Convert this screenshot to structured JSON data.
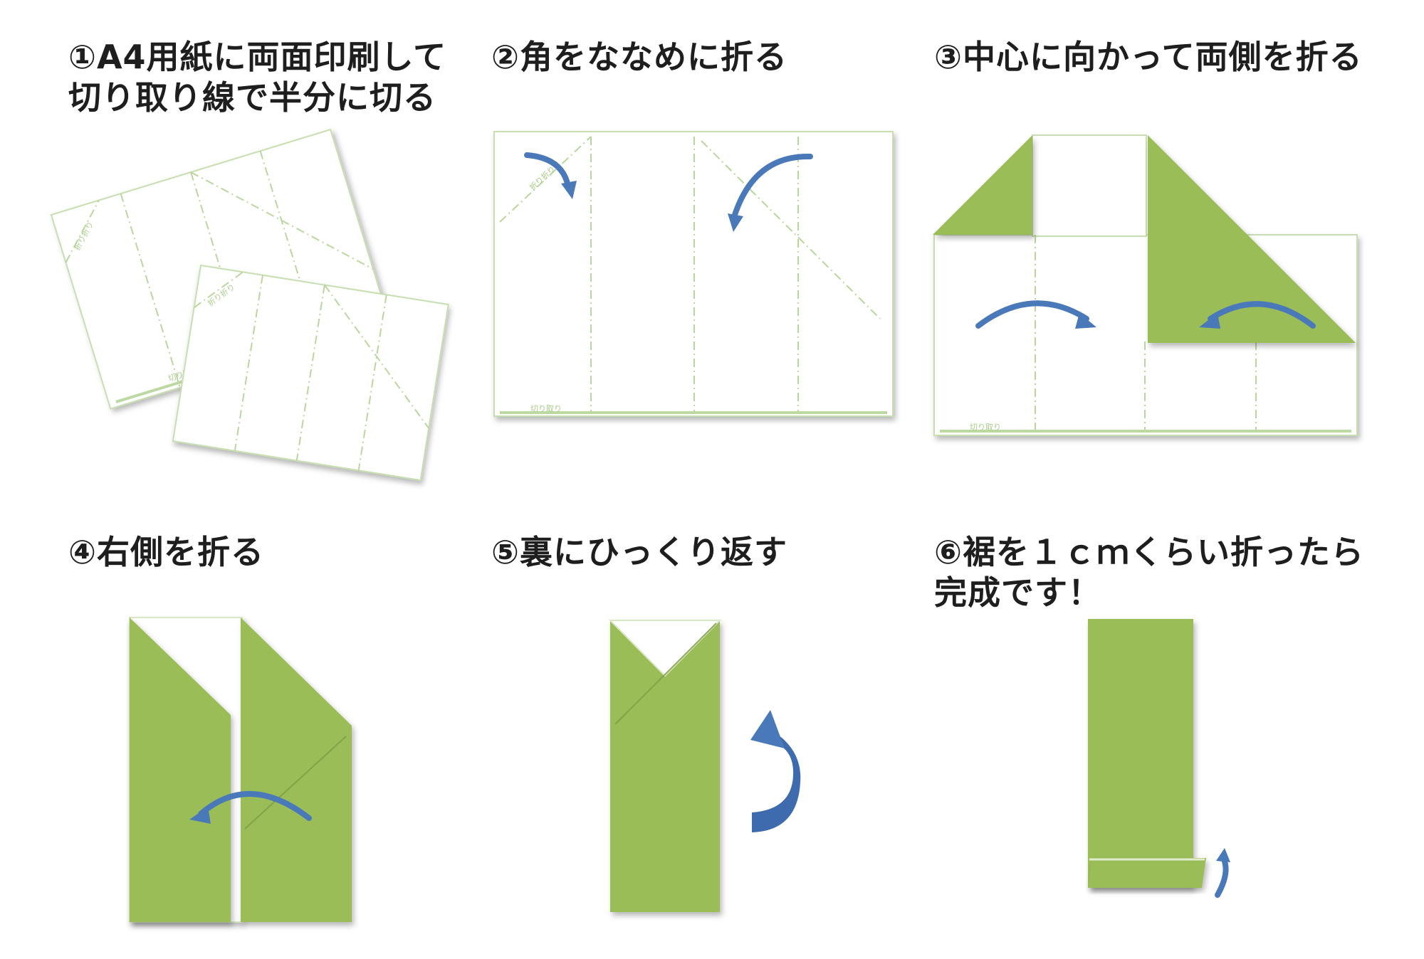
{
  "steps": [
    {
      "lines": [
        "①A4用紙に両面印刷して",
        "切り取り線で半分に切る"
      ]
    },
    {
      "lines": [
        "②角をななめに折る"
      ]
    },
    {
      "lines": [
        "③中心に向かって両側を折る"
      ]
    },
    {
      "lines": [
        "④右側を折る"
      ]
    },
    {
      "lines": [
        "⑤裏にひっくり返す"
      ]
    },
    {
      "lines": [
        "⑥裾を１ｃｍくらい折ったら",
        "完成です！"
      ]
    }
  ],
  "paper_labels": {
    "fold_label": "折り折り",
    "cut_label": "切り取り"
  },
  "colors": {
    "paper_green": "#9bbd58",
    "arrow_blue": "#4a79b9",
    "guide_green": "#bdd9a2"
  }
}
